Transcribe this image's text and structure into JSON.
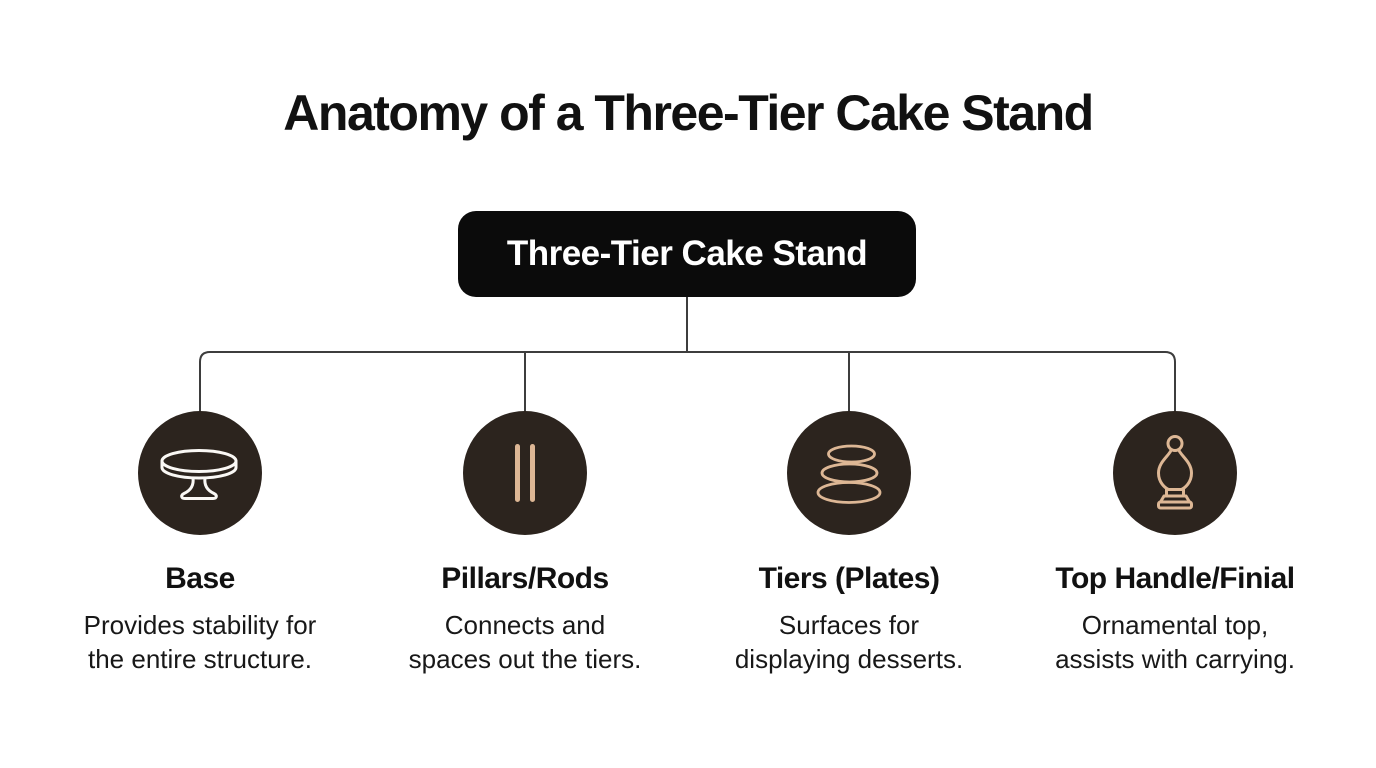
{
  "title": "Anatomy of a Three-Tier Cake Stand",
  "root": {
    "label": "Three-Tier Cake Stand"
  },
  "colors": {
    "background": "#ffffff",
    "root_node_bg": "#0b0b0b",
    "root_node_text": "#ffffff",
    "icon_circle_bg": "#2c241e",
    "icon_accent_tan": "#ddb795",
    "icon_accent_white": "#faf8f5",
    "connector_line": "#3d3d3d",
    "text": "#111111"
  },
  "nodes": [
    {
      "icon": "cake-stand-base-icon",
      "heading": "Base",
      "description_lines": [
        "Provides stability for",
        "the entire structure."
      ]
    },
    {
      "icon": "pillars-rods-icon",
      "heading": "Pillars/Rods",
      "description_lines": [
        "Connects and",
        "spaces out the tiers."
      ]
    },
    {
      "icon": "stacked-tiers-icon",
      "heading": "Tiers (Plates)",
      "description_lines": [
        "Surfaces for",
        "displaying desserts."
      ]
    },
    {
      "icon": "finial-icon",
      "heading": "Top Handle/Finial",
      "description_lines": [
        "Ornamental top,",
        "assists with carrying."
      ]
    }
  ]
}
